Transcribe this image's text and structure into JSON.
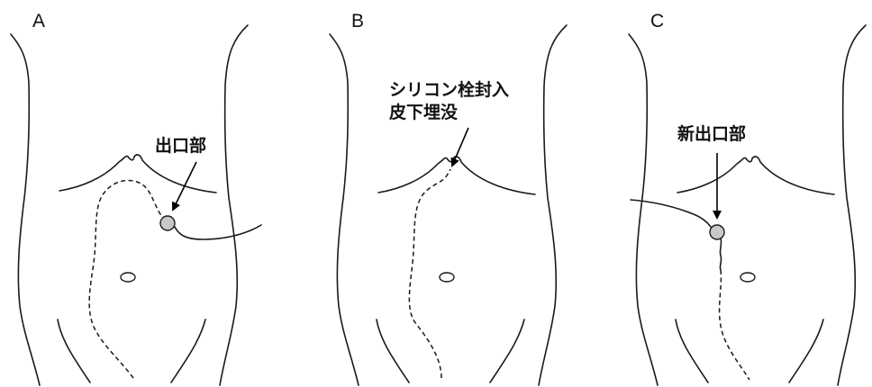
{
  "panels": [
    {
      "letter": "A",
      "labels": [
        "出口部"
      ]
    },
    {
      "letter": "B",
      "labels": [
        "シリコン栓封入",
        "皮下埋没"
      ]
    },
    {
      "letter": "C",
      "labels": [
        "新出口部"
      ]
    }
  ],
  "colors": {
    "outline": "#1a1a1a",
    "exit_site_fill": "#c8c8c8",
    "background": "#ffffff"
  }
}
